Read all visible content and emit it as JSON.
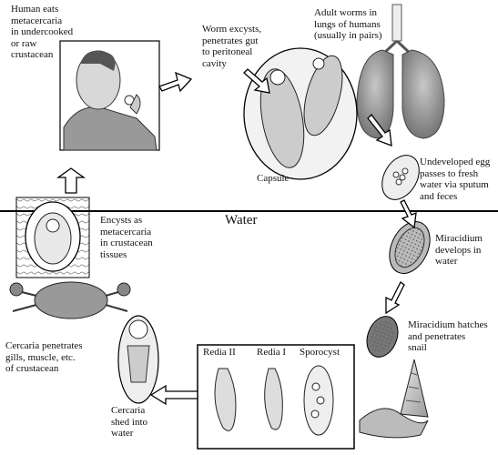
{
  "water_label": "Water",
  "stages": {
    "human_eats": "Human eats\nmetacercaria\nin undercooked\nor raw\ncrustacean",
    "worm_excysts": "Worm excysts,\npenetrates gut\nto peritoneal\ncavity",
    "adult_worms": "Adult worms in\nlungs of humans\n(usually in pairs)",
    "capsule": "Capsule",
    "undeveloped_egg": "Undeveloped egg\npasses to fresh\nwater via sputum\nand feces",
    "miracidium_develops": "Miracidium\ndevelops in\nwater",
    "miracidium_hatches": "Miracidium hatches\nand penetrates\nsnail",
    "encysts": "Encysts as\nmetacercaria\nin crustacean\ntissues",
    "cercaria_penetrates": "Cercaria penetrates\ngills, muscle, etc.\nof crustacean",
    "cercaria_shed": "Cercaria\nshed into\nwater"
  },
  "snail_box": {
    "redia_ii": "Redia II",
    "redia_i": "Redia I",
    "sporocyst": "Sporocyst"
  }
}
